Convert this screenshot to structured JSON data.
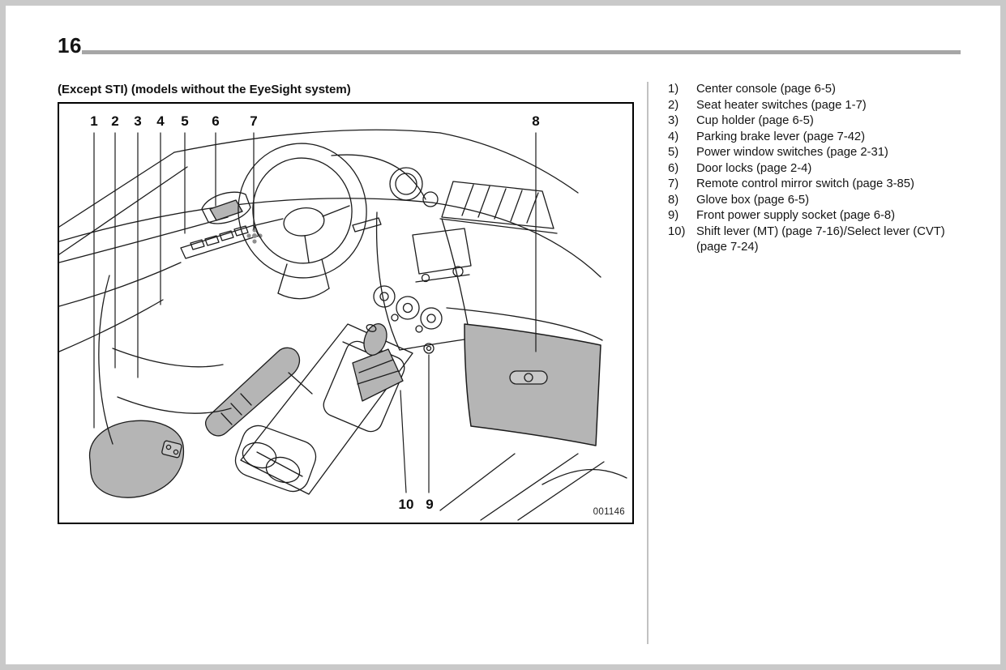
{
  "page": {
    "number": "16"
  },
  "caption": "(Except STI) (models without the EyeSight system)",
  "figure": {
    "code": "001146",
    "callouts": [
      {
        "label": "1"
      },
      {
        "label": "2"
      },
      {
        "label": "3"
      },
      {
        "label": "4"
      },
      {
        "label": "5"
      },
      {
        "label": "6"
      },
      {
        "label": "7"
      },
      {
        "label": "8"
      },
      {
        "label": "9"
      },
      {
        "label": "10"
      }
    ]
  },
  "legend": {
    "items": [
      {
        "num": "1)",
        "label": "Center console (page 6-5)"
      },
      {
        "num": "2)",
        "label": "Seat heater switches (page 1-7)"
      },
      {
        "num": "3)",
        "label": "Cup holder (page 6-5)"
      },
      {
        "num": "4)",
        "label": "Parking brake lever (page 7-42)"
      },
      {
        "num": "5)",
        "label": "Power window switches (page 2-31)"
      },
      {
        "num": "6)",
        "label": "Door locks (page 2-4)"
      },
      {
        "num": "7)",
        "label": "Remote control mirror switch (page 3-85)"
      },
      {
        "num": "8)",
        "label": "Glove box (page 6-5)"
      },
      {
        "num": "9)",
        "label": "Front power supply socket (page 6-8)"
      },
      {
        "num": "10)",
        "label": "Shift lever (MT) (page 7-16)/Select lever (CVT) (page 7-24)"
      }
    ]
  }
}
